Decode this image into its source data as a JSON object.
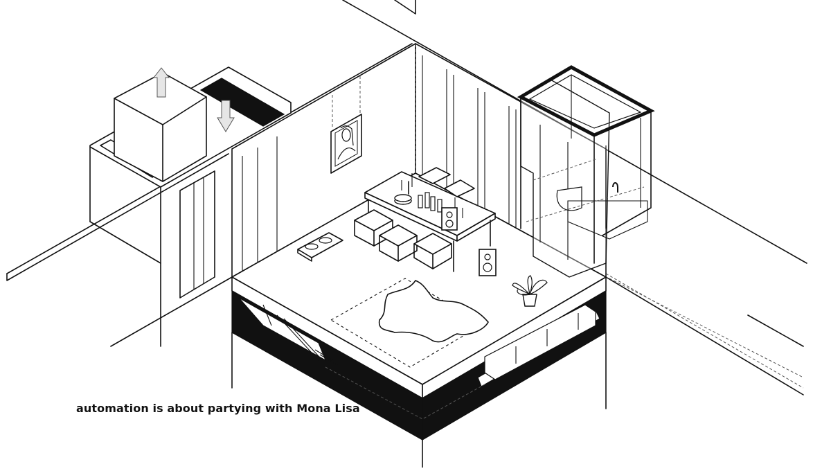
{
  "caption": "automation is about partying with Mona Lisa",
  "diagram": {
    "style": "isometric axonometric line drawing",
    "colors": {
      "line": "#111111",
      "background": "#ffffff",
      "arrow_fill": "#e6e6e6"
    },
    "elements": [
      "room-floor-slab",
      "adjacent-rising-block",
      "up-arrow-icon",
      "down-arrow-icon",
      "mona-lisa-frame",
      "dining-table",
      "stools",
      "bottles-and-glasses",
      "speakers",
      "record-player",
      "potted-plant",
      "animal-hide-rug",
      "glass-bathroom-pod",
      "basement-sofa",
      "basement-stairs"
    ]
  }
}
